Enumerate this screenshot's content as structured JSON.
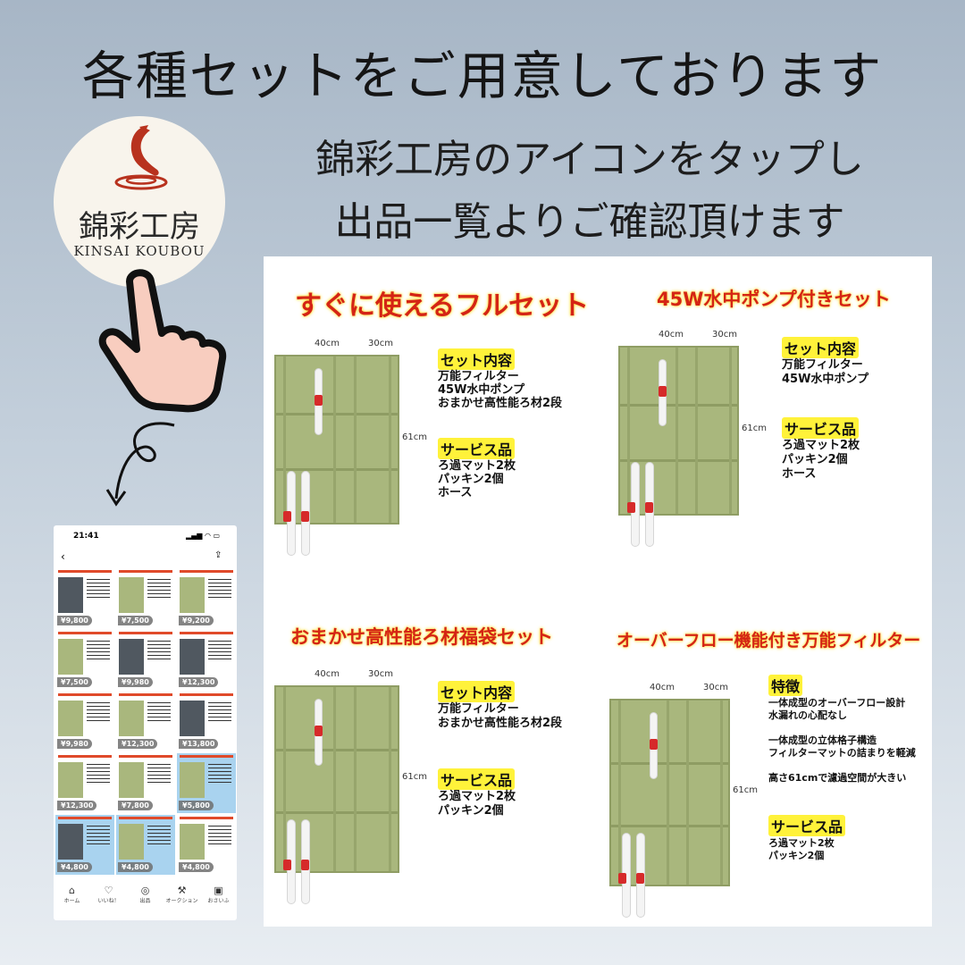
{
  "headline": "各種セットをご用意しております",
  "subtitle": [
    "錦彩工房のアイコンをタップし",
    "出品一覧よりご確認頂けます"
  ],
  "logo": {
    "jp": "錦彩工房",
    "en": "KINSAI KOUBOU",
    "icon": "koi-fish-icon"
  },
  "colors": {
    "accent_red": "#d42415",
    "highlight_yellow": "#fff23a",
    "tank_green": "#a9b77d"
  },
  "products": [
    {
      "title": "すぐに使えるフルセット",
      "dims": [
        "40cm",
        "30cm",
        "61cm"
      ],
      "sections": [
        {
          "heading": "セット内容",
          "items": [
            "万能フィルター",
            "45W水中ポンプ",
            "おまかせ高性能ろ材2段"
          ]
        },
        {
          "heading": "サービス品",
          "items": [
            "ろ過マット2枚",
            "パッキン2個",
            "ホース"
          ]
        }
      ]
    },
    {
      "title": "45W水中ポンプ付きセット",
      "dims": [
        "40cm",
        "30cm",
        "61cm"
      ],
      "sections": [
        {
          "heading": "セット内容",
          "items": [
            "万能フィルター",
            "45W水中ポンプ"
          ]
        },
        {
          "heading": "サービス品",
          "items": [
            "ろ過マット2枚",
            "パッキン2個",
            "ホース"
          ]
        }
      ]
    },
    {
      "title": "おまかせ高性能ろ材福袋セット",
      "dims": [
        "40cm",
        "30cm",
        "61cm"
      ],
      "sections": [
        {
          "heading": "セット内容",
          "items": [
            "万能フィルター",
            "おまかせ高性能ろ材2段"
          ]
        },
        {
          "heading": "サービス品",
          "items": [
            "ろ過マット2枚",
            "パッキン2個"
          ]
        }
      ]
    },
    {
      "title": "オーバーフロー機能付き万能フィルター",
      "dims": [
        "40cm",
        "30cm",
        "61cm"
      ],
      "sections": [
        {
          "heading": "特徴",
          "items": [
            "一体成型のオーバーフロー設計",
            "水漏れの心配なし",
            "",
            "一体成型の立体格子構造",
            "フィルターマットの詰まりを軽減",
            "",
            "高さ61cmで濾過空間が大きい"
          ]
        },
        {
          "heading": "サービス品",
          "items": [
            "ろ過マット2枚",
            "パッキン2個"
          ]
        }
      ]
    }
  ],
  "phone": {
    "time": "21:41",
    "prices": [
      "¥9,800",
      "¥7,500",
      "¥9,200",
      "¥7,500",
      "¥9,980",
      "¥12,300",
      "¥9,980",
      "¥12,300",
      "¥13,800",
      "¥12,300",
      "¥7,800",
      "¥5,800",
      "¥4,800",
      "¥4,800",
      "¥4,800"
    ],
    "tabs": [
      {
        "label": "ホーム",
        "icon": "home-icon"
      },
      {
        "label": "いいね！",
        "icon": "heart-icon"
      },
      {
        "label": "出品",
        "icon": "camera-icon"
      },
      {
        "label": "オークション",
        "icon": "gavel-icon"
      },
      {
        "label": "おさいふ",
        "icon": "wallet-icon"
      }
    ]
  }
}
